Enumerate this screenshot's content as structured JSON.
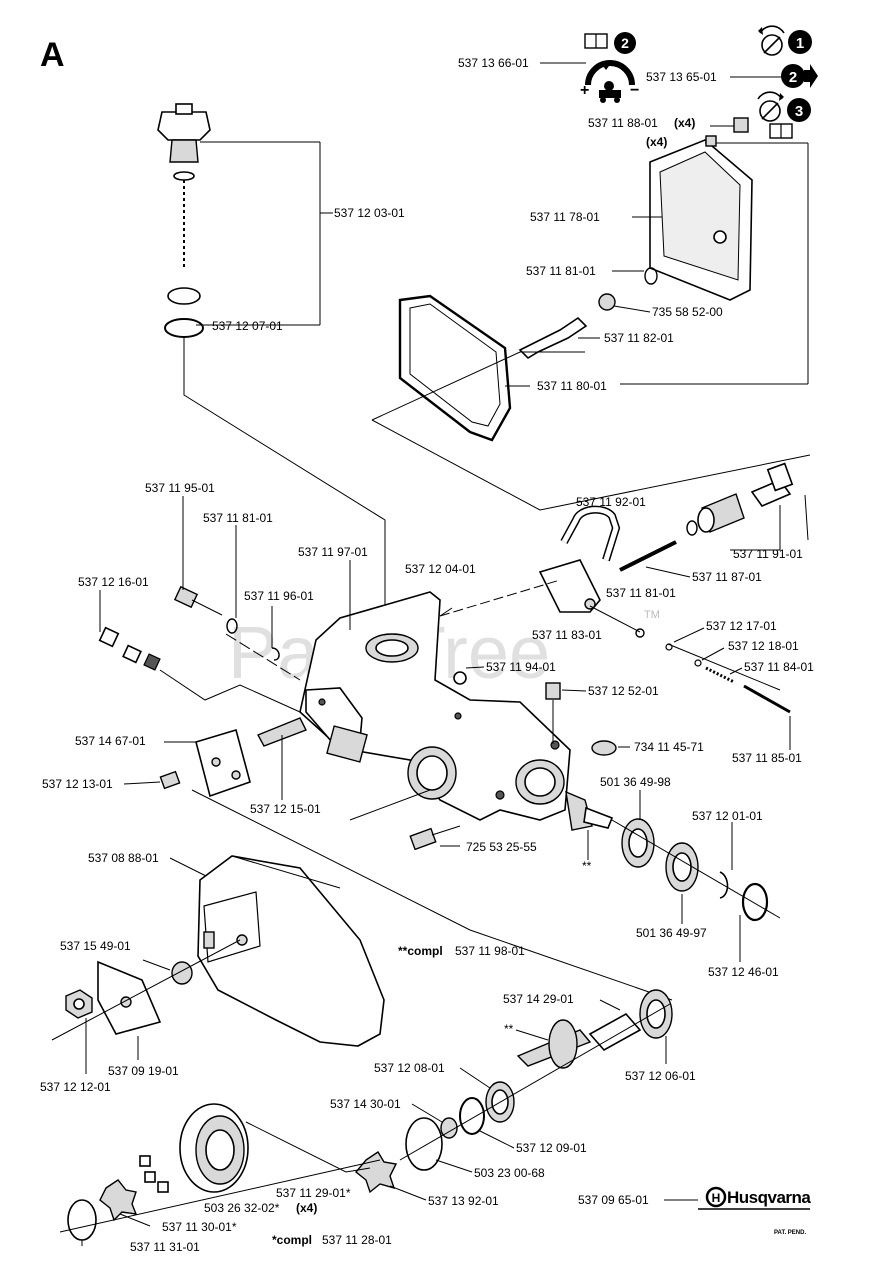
{
  "section_letter": "A",
  "watermark": "PartsTree",
  "watermark_tm": "TM",
  "brand": "Husqvarna",
  "brand_logo_glyph": "H",
  "pat_pend": "PAT. PEND.",
  "step_numbers": [
    "1",
    "2",
    "2",
    "3"
  ],
  "labels": {
    "p_537136601": "537 13 66-01",
    "p_537136501": "537 13 65-01",
    "p_537118801": "537 11 88-01",
    "p_x4_a": "(x4)",
    "p_x4_b": "(x4)",
    "p_537117801": "537 11 78-01",
    "p_537120301": "537 12 03-01",
    "p_537118101_a": "537 11 81-01",
    "p_735585200": "735 58 52-00",
    "p_537120701": "537 12 07-01",
    "p_537118201": "537 11 82-01",
    "p_537118001": "537 11 80-01",
    "p_537119501": "537 11 95-01",
    "p_537119201": "537 11 92-01",
    "p_537118101_b": "537 11 81-01",
    "p_537119701": "537 11 97-01",
    "p_537119101": "537 11 91-01",
    "p_537121601": "537 12 16-01",
    "p_537120401": "537 12 04-01",
    "p_537118701": "537 11 87-01",
    "p_537119601": "537 11 96-01",
    "p_537118101_c": "537 11 81-01",
    "p_537118301": "537 11 83-01",
    "p_537121701": "537 12 17-01",
    "p_537121801": "537 12 18-01",
    "p_537119401": "537 11 94-01",
    "p_537118401": "537 11 84-01",
    "p_537125201": "537 12 52-01",
    "p_537146701": "537 14 67-01",
    "p_734114571": "734 11 45-71",
    "p_537118501": "537 11 85-01",
    "p_501364998": "501 36 49-98",
    "p_537121301": "537 12 13-01",
    "p_537121501": "537 12 15-01",
    "p_537120101": "537 12 01-01",
    "p_725532555": "725 53 25-55",
    "p_star2_a": "**",
    "p_537088801": "537 08 88-01",
    "p_501364997": "501 36 49-97",
    "p_537154901": "537 15 49-01",
    "p_compl1_bold": "**compl",
    "p_compl1_num": "537 11 98-01",
    "p_537124601": "537 12 46-01",
    "p_537142901": "537 14 29-01",
    "p_star2_b": "**",
    "p_537091901": "537 09 19-01",
    "p_537120601": "537 12 06-01",
    "p_537121201": "537 12 12-01",
    "p_537120801": "537 12 08-01",
    "p_537143001": "537 14 30-01",
    "p_537120901": "537 12 09-01",
    "p_503230068": "503 23 00-68",
    "p_537112901": "537 11 29-01*",
    "p_503263202": "503 26 32-02*",
    "p_x4_c": "(x4)",
    "p_537139201": "537 13 92-01",
    "p_537096501": "537 09 65-01",
    "p_537113001": "537 11 30-01*",
    "p_537113101": "537 11 31-01",
    "p_compl2_bold": "*compl",
    "p_compl2_num": "537 11 28-01"
  },
  "icons": [
    "book-icon",
    "rotate-ccw-icon",
    "arrow-right-icon",
    "rotate-cw-icon",
    "oil-adjust-icon",
    "husqvarna-logo-icon"
  ]
}
